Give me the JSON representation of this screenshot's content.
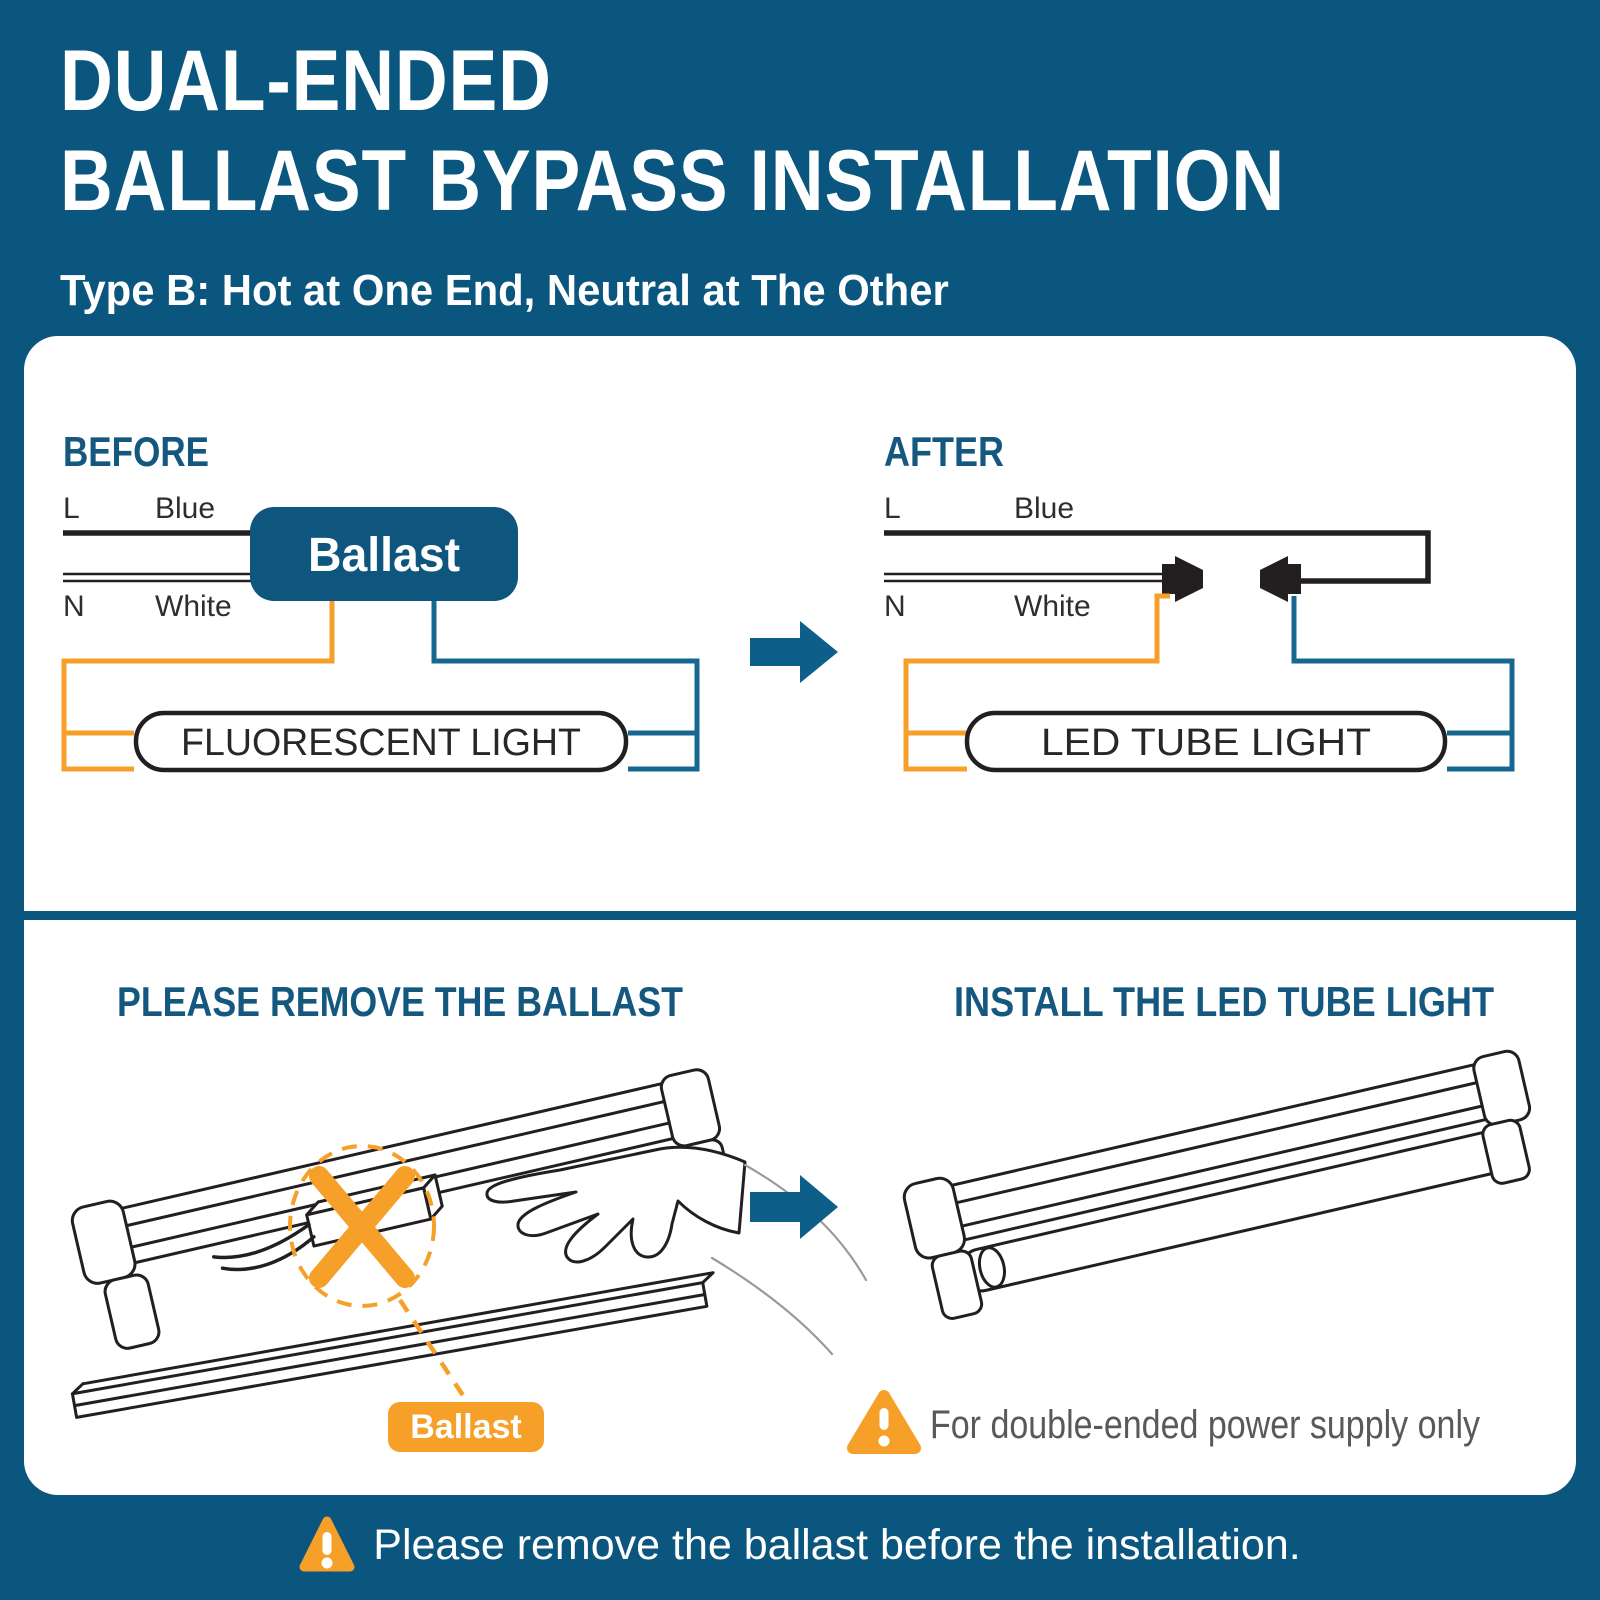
{
  "colors": {
    "background": "#0B567E",
    "accent_orange": "#F6A02A",
    "wire_teal": "#176890",
    "heading_blue": "#15587F",
    "ink": "#231F20",
    "note_gray": "#58595B"
  },
  "header": {
    "title_line1": "DUAL-ENDED",
    "title_line2": "BALLAST BYPASS INSTALLATION",
    "subtitle": "Type B: Hot at One End, Neutral at The Other"
  },
  "wiring": {
    "before": {
      "heading": "BEFORE",
      "hot_terminal": "L",
      "hot_wire": "Blue",
      "neutral_terminal": "N",
      "neutral_wire": "White",
      "ballast_label": "Ballast",
      "fixture_label": "FLUORESCENT LIGHT"
    },
    "after": {
      "heading": "AFTER",
      "hot_terminal": "L",
      "hot_wire": "Blue",
      "neutral_terminal": "N",
      "neutral_wire": "White",
      "fixture_label": "LED TUBE LIGHT"
    }
  },
  "steps": {
    "remove_ballast": {
      "heading": "PLEASE REMOVE THE BALLAST",
      "ballast_callout": "Ballast"
    },
    "install_tube": {
      "heading": "INSTALL THE LED TUBE LIGHT",
      "note": "For double-ended power supply only"
    }
  },
  "footer": {
    "warning": "Please remove the ballast before the installation."
  }
}
